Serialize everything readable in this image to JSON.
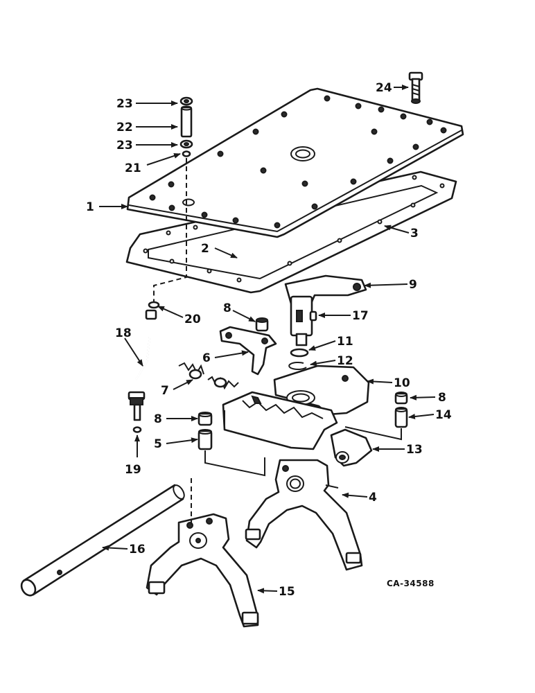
{
  "diagram": {
    "reference_code": "CA-34588",
    "callouts": {
      "c1": "1",
      "c2": "2",
      "c3": "3",
      "c4": "4",
      "c5": "5",
      "c6": "6",
      "c7": "7",
      "c8a": "8",
      "c8b": "8",
      "c8c": "8",
      "c9": "9",
      "c10": "10",
      "c11": "11",
      "c12": "12",
      "c13": "13",
      "c14": "14",
      "c15": "15",
      "c16": "16",
      "c17": "17",
      "c18": "18",
      "c19": "19",
      "c20": "20",
      "c21": "21",
      "c22": "22",
      "c23a": "23",
      "c23b": "23",
      "c24": "24"
    },
    "ink_color": "#1a1a1a",
    "paper_color": "#ffffff"
  }
}
